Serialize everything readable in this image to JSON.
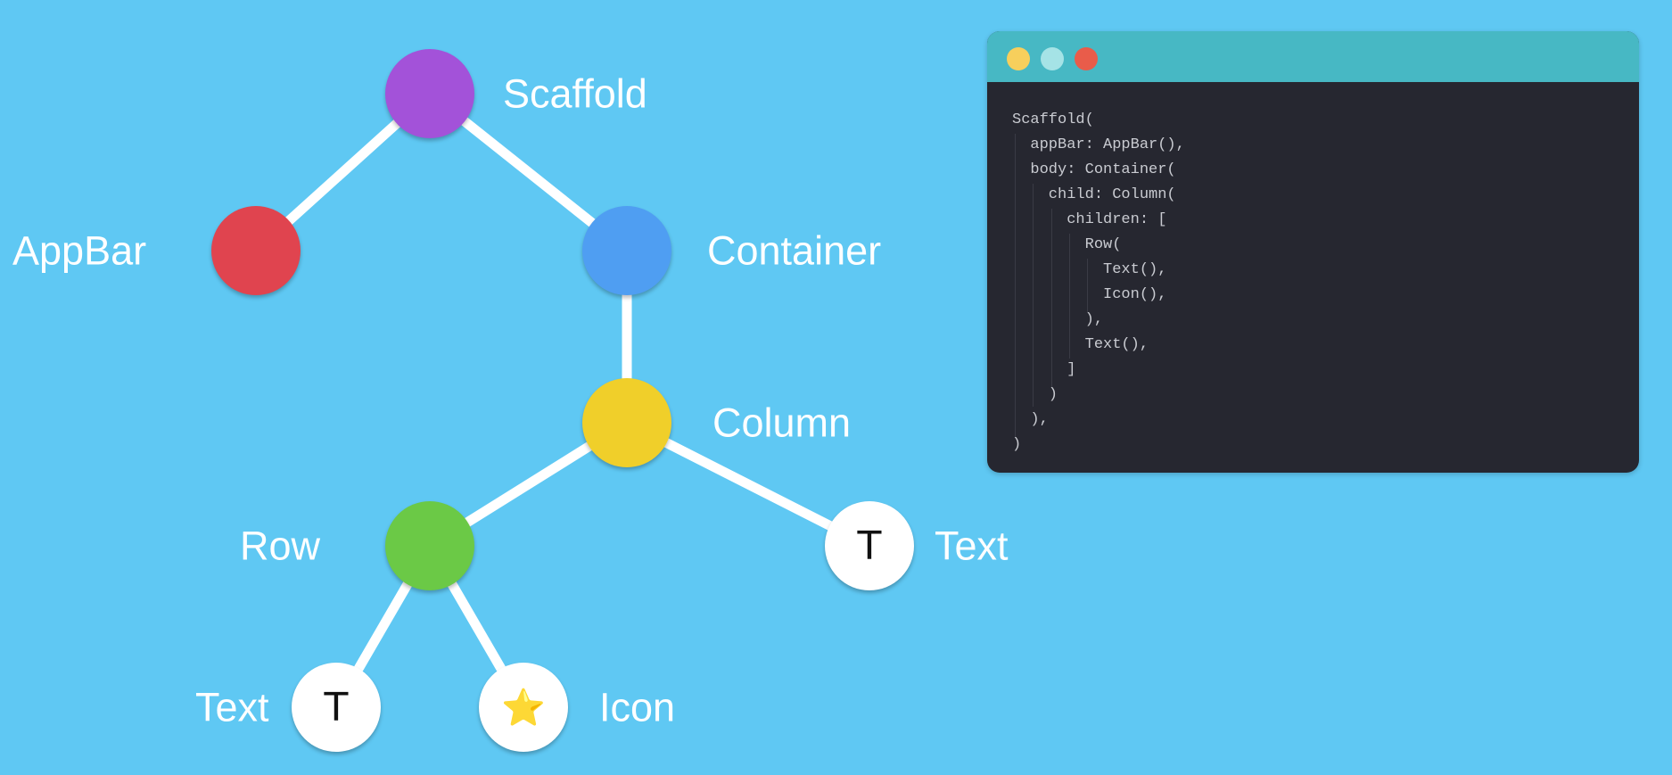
{
  "tree": {
    "nodes": [
      {
        "id": "scaffold",
        "label": "Scaffold",
        "color": "#a352d9",
        "glyph": ""
      },
      {
        "id": "appbar",
        "label": "AppBar",
        "color": "#e0444f",
        "glyph": ""
      },
      {
        "id": "container",
        "label": "Container",
        "color": "#4f9ef2",
        "glyph": ""
      },
      {
        "id": "column",
        "label": "Column",
        "color": "#f0cf2a",
        "glyph": ""
      },
      {
        "id": "row",
        "label": "Row",
        "color": "#6bc946",
        "glyph": ""
      },
      {
        "id": "text-right",
        "label": "Text",
        "color": "#ffffff",
        "glyph": "T"
      },
      {
        "id": "text-left",
        "label": "Text",
        "color": "#ffffff",
        "glyph": "T"
      },
      {
        "id": "icon",
        "label": "Icon",
        "color": "#ffffff",
        "glyph": "⭐"
      }
    ],
    "edges": [
      [
        "scaffold",
        "appbar"
      ],
      [
        "scaffold",
        "container"
      ],
      [
        "container",
        "column"
      ],
      [
        "column",
        "row"
      ],
      [
        "column",
        "text-right"
      ],
      [
        "row",
        "text-left"
      ],
      [
        "row",
        "icon"
      ]
    ]
  },
  "code_window": {
    "dots": [
      "#f7cf5c",
      "#a5e3e6",
      "#e95c4a"
    ],
    "lines": [
      "Scaffold(",
      "  appBar: AppBar(),",
      "  body: Container(",
      "    child: Column(",
      "      children: [",
      "        Row(",
      "          Text(),",
      "          Icon(),",
      "        ),",
      "        Text(),",
      "      ]",
      "    )",
      "  ),",
      ")"
    ]
  }
}
